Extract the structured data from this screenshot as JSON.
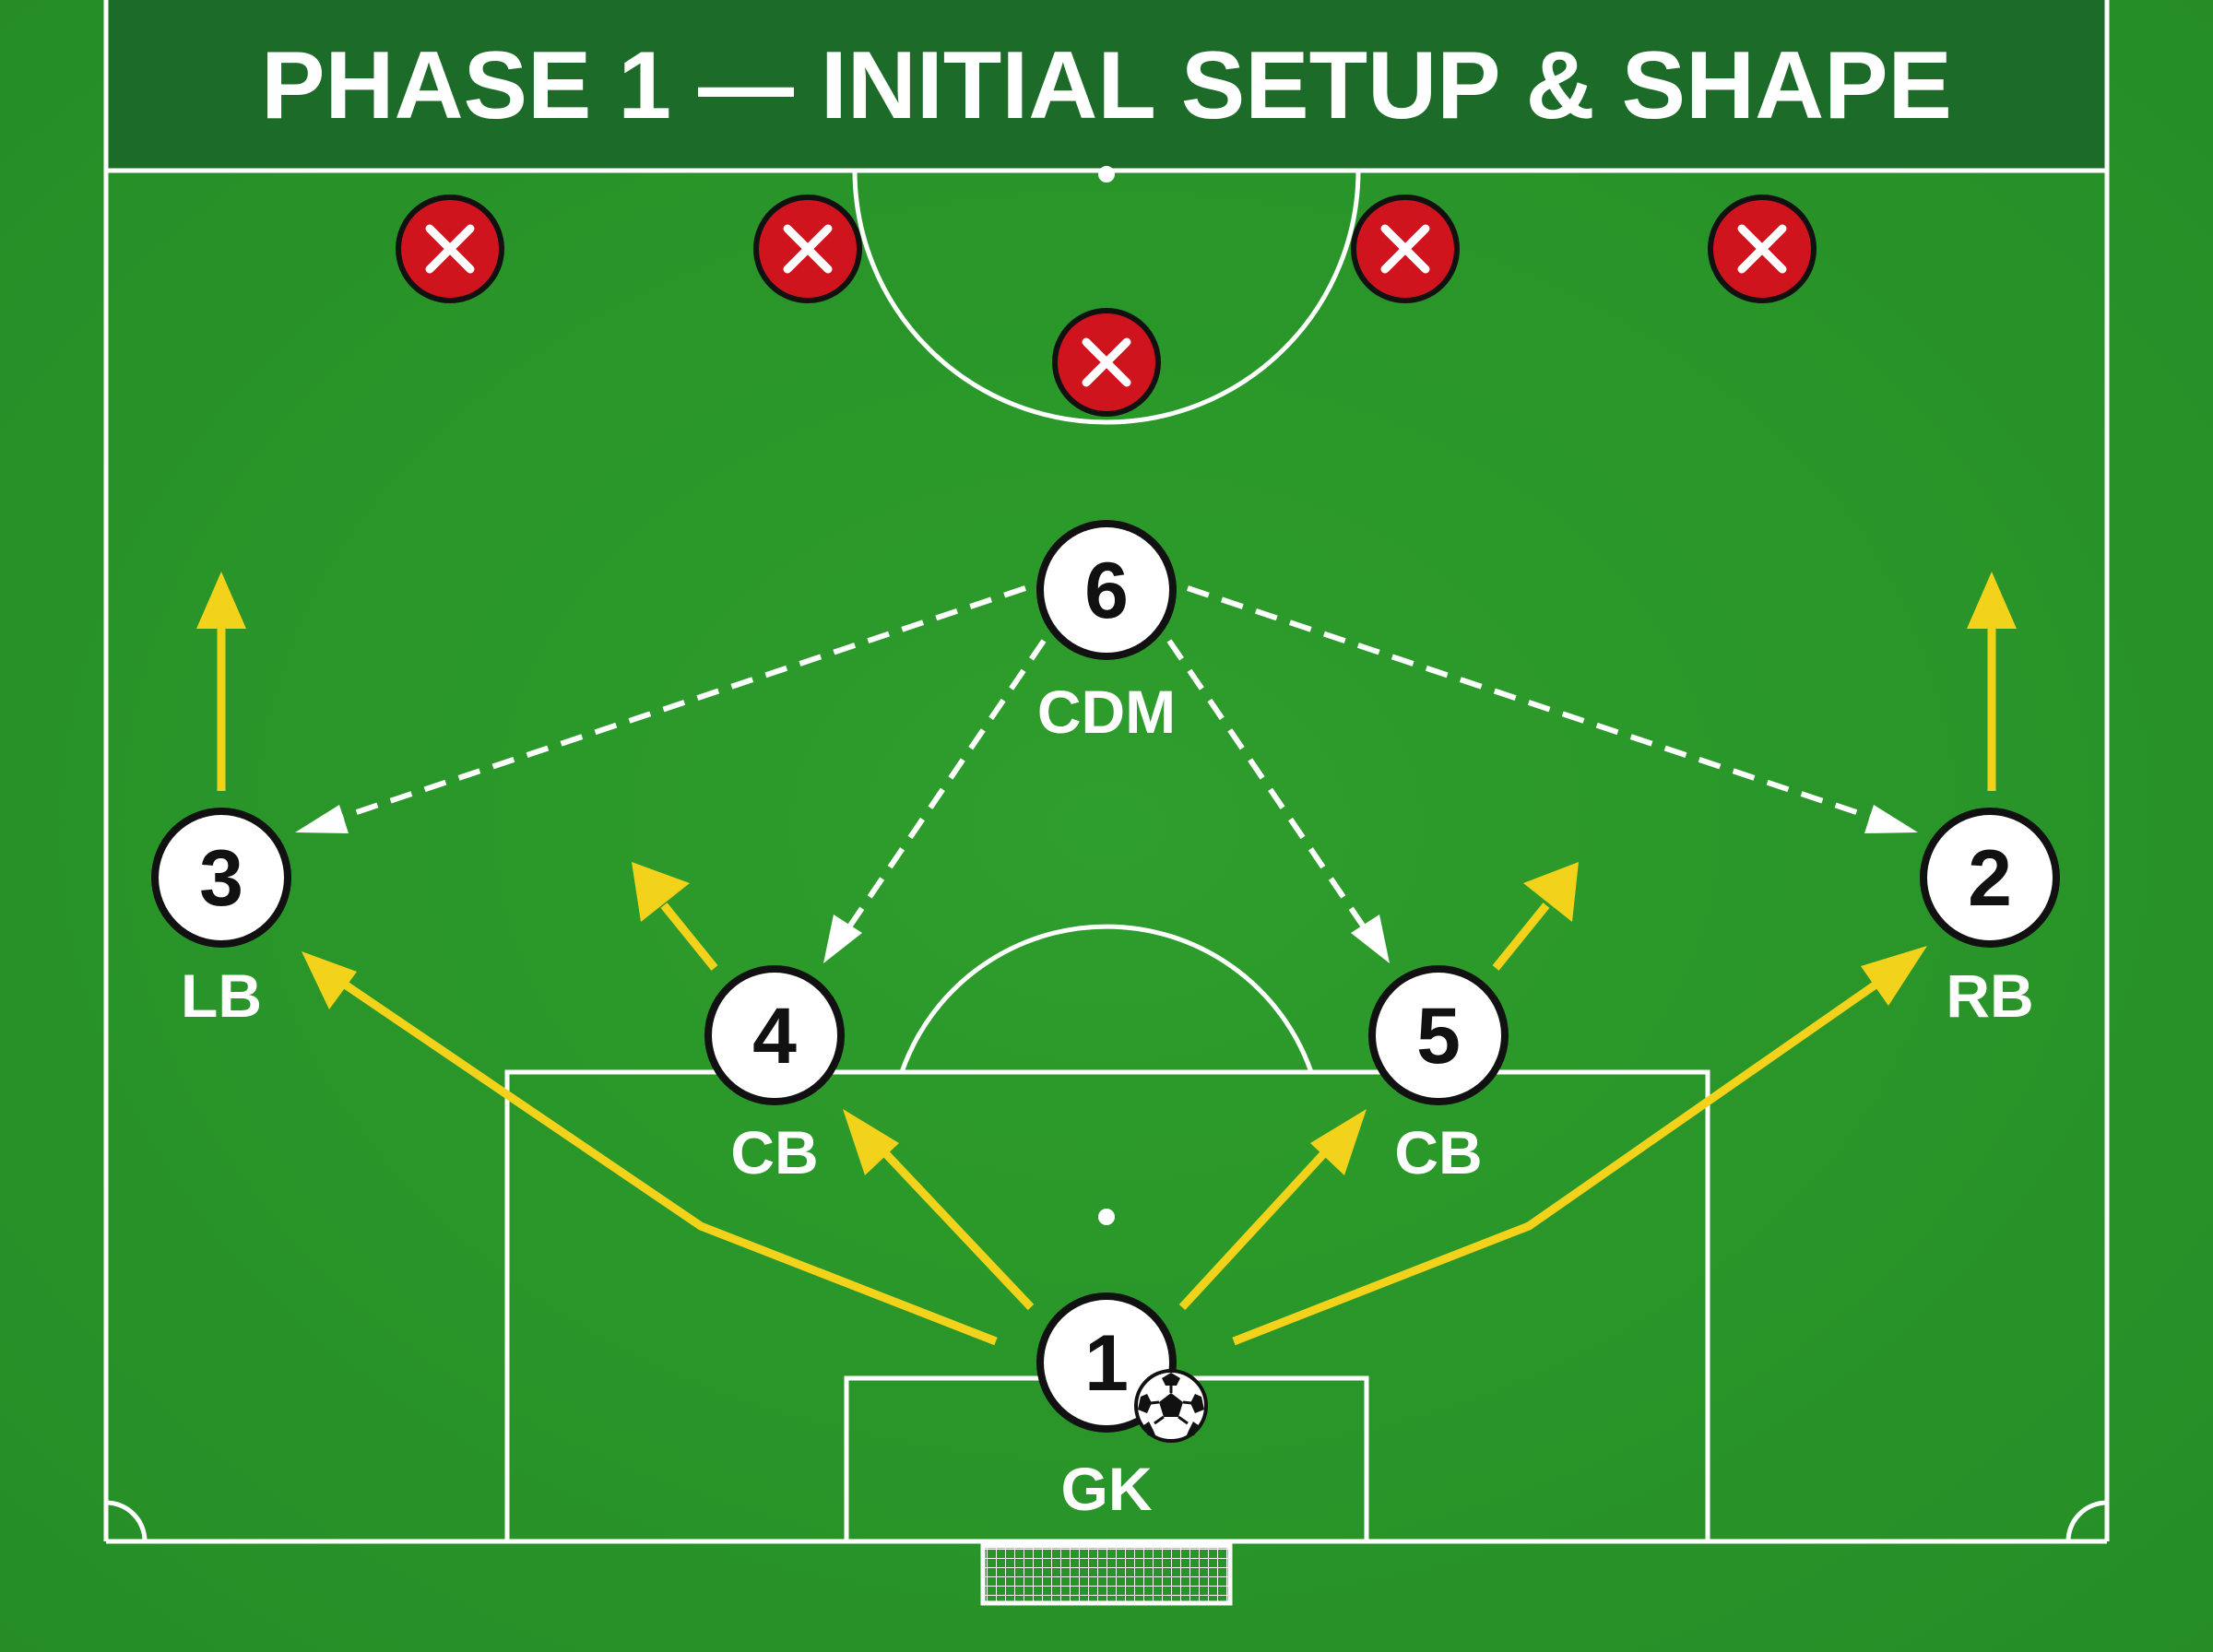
{
  "title": "PHASE 1 — INITIAL SETUP & SHAPE",
  "colors": {
    "pitch": "#2a9a2a",
    "title_bar": "#1d6b28",
    "line": "#ffffff",
    "arrow": "#f2d21a",
    "opponent": "#d0141e"
  },
  "players": [
    {
      "id": "gk",
      "number": "1",
      "label": "GK"
    },
    {
      "id": "rb",
      "number": "2",
      "label": "RB"
    },
    {
      "id": "lb",
      "number": "3",
      "label": "LB"
    },
    {
      "id": "lcb",
      "number": "4",
      "label": "CB"
    },
    {
      "id": "rcb",
      "number": "5",
      "label": "CB"
    },
    {
      "id": "cdm",
      "number": "6",
      "label": "CDM"
    }
  ],
  "opponents": [
    {
      "id": "opp-1",
      "icon": "x-icon"
    },
    {
      "id": "opp-2",
      "icon": "x-icon"
    },
    {
      "id": "opp-3",
      "icon": "x-icon"
    },
    {
      "id": "opp-4",
      "icon": "x-icon"
    },
    {
      "id": "opp-5",
      "icon": "x-icon"
    }
  ],
  "ball": {
    "icon": "soccer-ball-icon"
  }
}
